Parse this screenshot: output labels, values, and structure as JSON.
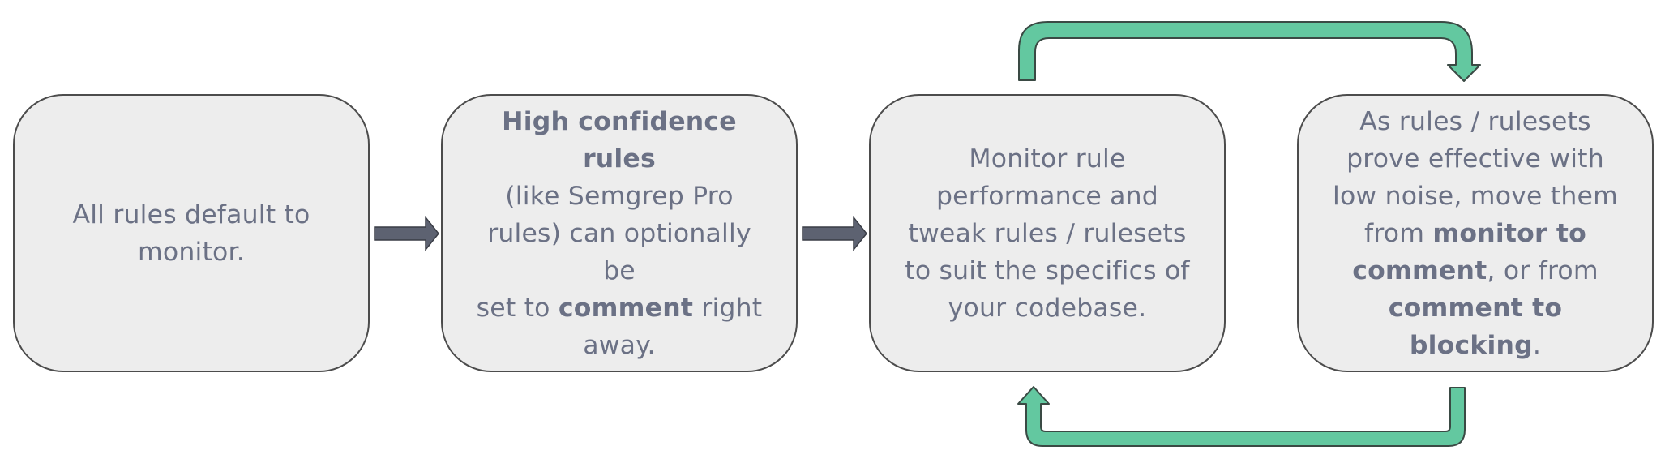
{
  "colors": {
    "box_fill": "#ededed",
    "box_border": "#4c4c4c",
    "text": "#6b7185",
    "arrow_gray": "#5d6271",
    "arrow_green": "#63c8a0"
  },
  "boxes": [
    {
      "lines": [
        [
          "All rules default to"
        ],
        [
          "monitor."
        ]
      ]
    },
    {
      "line_1": "High confidence rules",
      "line_2": "(like Semgrep Pro",
      "line_3": "rules) can optionally be",
      "line_4_pre": "set to ",
      "line_4_bold": "comment",
      "line_4_post": " right",
      "line_5": "away."
    },
    {
      "line_1": "Monitor rule",
      "line_2": "performance and",
      "line_3": "tweak rules / rulesets",
      "line_4": "to suit the specifics of",
      "line_5": "your codebase."
    },
    {
      "line_1": "As rules / rulesets",
      "line_2": "prove effective with",
      "line_3": "low noise, move them",
      "line_4_pre": "from ",
      "line_4_bold": "monitor to",
      "line_5_bold": "comment",
      "line_5_post": ", or from",
      "line_6_bold": "comment to blocking",
      "line_6_post": "."
    }
  ],
  "connectors": [
    {
      "from": 1,
      "to": 2,
      "style": "arrow",
      "color_key": "arrow_gray"
    },
    {
      "from": 2,
      "to": 3,
      "style": "arrow",
      "color_key": "arrow_gray"
    },
    {
      "from": 3,
      "to": 4,
      "style": "loop-over-top",
      "color_key": "arrow_green"
    },
    {
      "from": 4,
      "to": 3,
      "style": "loop-under-bottom",
      "color_key": "arrow_green"
    }
  ]
}
